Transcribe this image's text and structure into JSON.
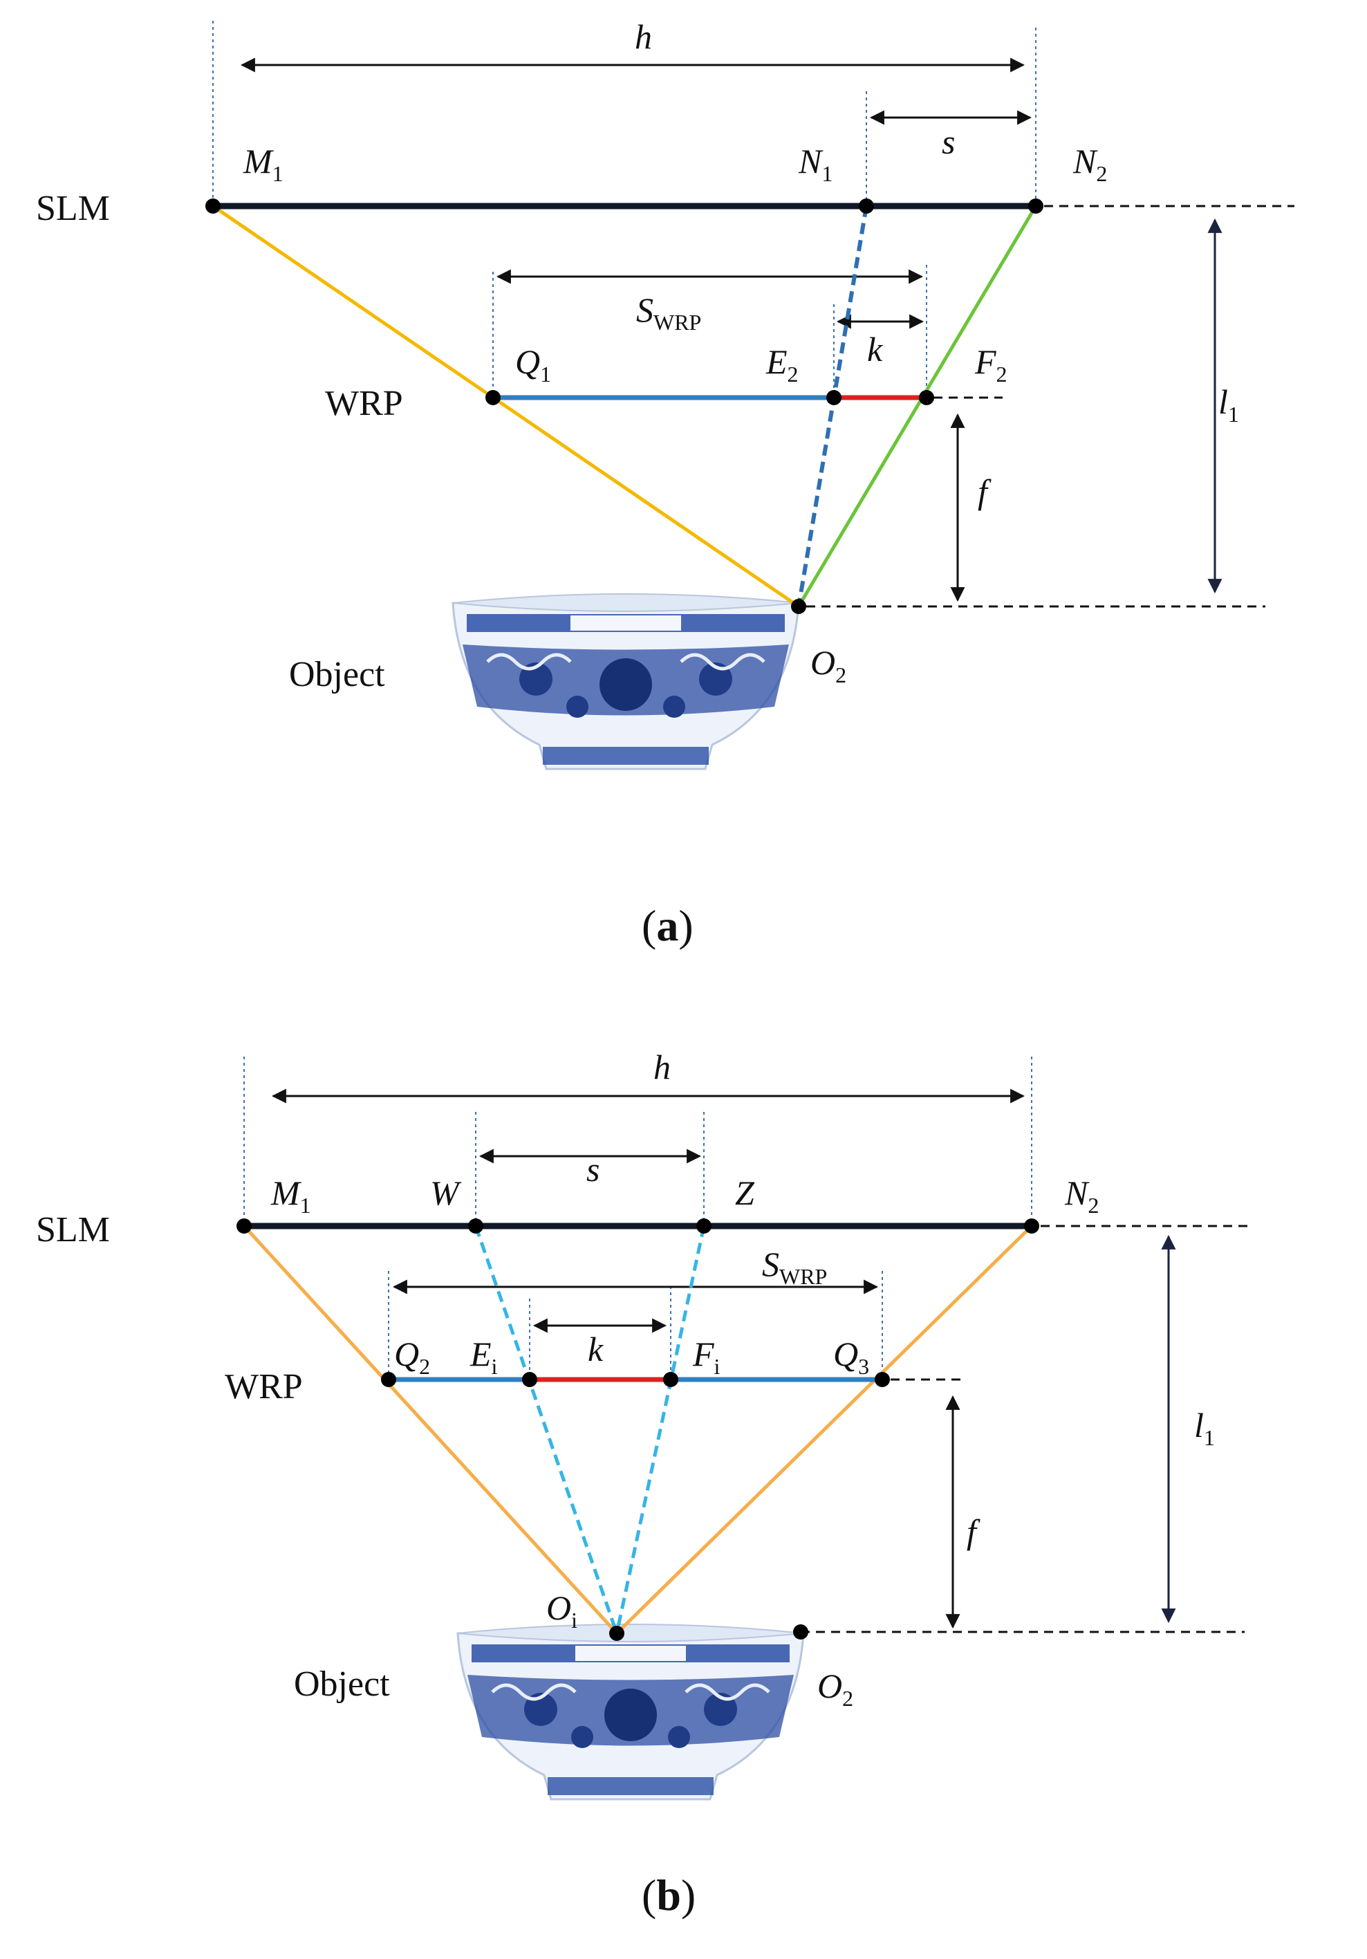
{
  "colors": {
    "slm_line": "#111827",
    "wrp_line": "#2f7fc1",
    "segment_red": "#e02020",
    "ray_orange_a": "#f5b800",
    "ray_orange_b": "#f6ae4a",
    "ray_green": "#6cc43a",
    "ray_dashed_a": "#2f6fb3",
    "ray_dashed_b": "#35b5e5",
    "bowl_blue": "#1f3f8f"
  },
  "panel_a": {
    "caption": {
      "open": "(",
      "letter": "a",
      "close": ")"
    },
    "slm": "SLM",
    "wrp": "WRP",
    "object": "Object",
    "h": "h",
    "s": "s",
    "k": "k",
    "f": "f",
    "l1": {
      "main": "l",
      "sub": "1"
    },
    "swrp": {
      "main": "S",
      "sub": "WRP"
    },
    "m1": {
      "main": "M",
      "sub": "1"
    },
    "n1": {
      "main": "N",
      "sub": "1"
    },
    "n2": {
      "main": "N",
      "sub": "2"
    },
    "q1": {
      "main": "Q",
      "sub": "1"
    },
    "e2": {
      "main": "E",
      "sub": "2"
    },
    "f2": {
      "main": "F",
      "sub": "2"
    },
    "o2": {
      "main": "O",
      "sub": "2"
    }
  },
  "panel_b": {
    "caption": {
      "open": "(",
      "letter": "b",
      "close": ")"
    },
    "slm": "SLM",
    "wrp": "WRP",
    "object": "Object",
    "h": "h",
    "s": "s",
    "k": "k",
    "f": "f",
    "l1": {
      "main": "l",
      "sub": "1"
    },
    "swrp": {
      "main": "S",
      "sub": "WRP"
    },
    "m1": {
      "main": "M",
      "sub": "1"
    },
    "w": "W",
    "z": "Z",
    "n2": {
      "main": "N",
      "sub": "2"
    },
    "q2": {
      "main": "Q",
      "sub": "2"
    },
    "ei": {
      "main": "E",
      "sub": "i"
    },
    "fi": {
      "main": "F",
      "sub": "i"
    },
    "q3": {
      "main": "Q",
      "sub": "3"
    },
    "oi": {
      "main": "O",
      "sub": "i"
    },
    "o2": {
      "main": "O",
      "sub": "2"
    }
  }
}
